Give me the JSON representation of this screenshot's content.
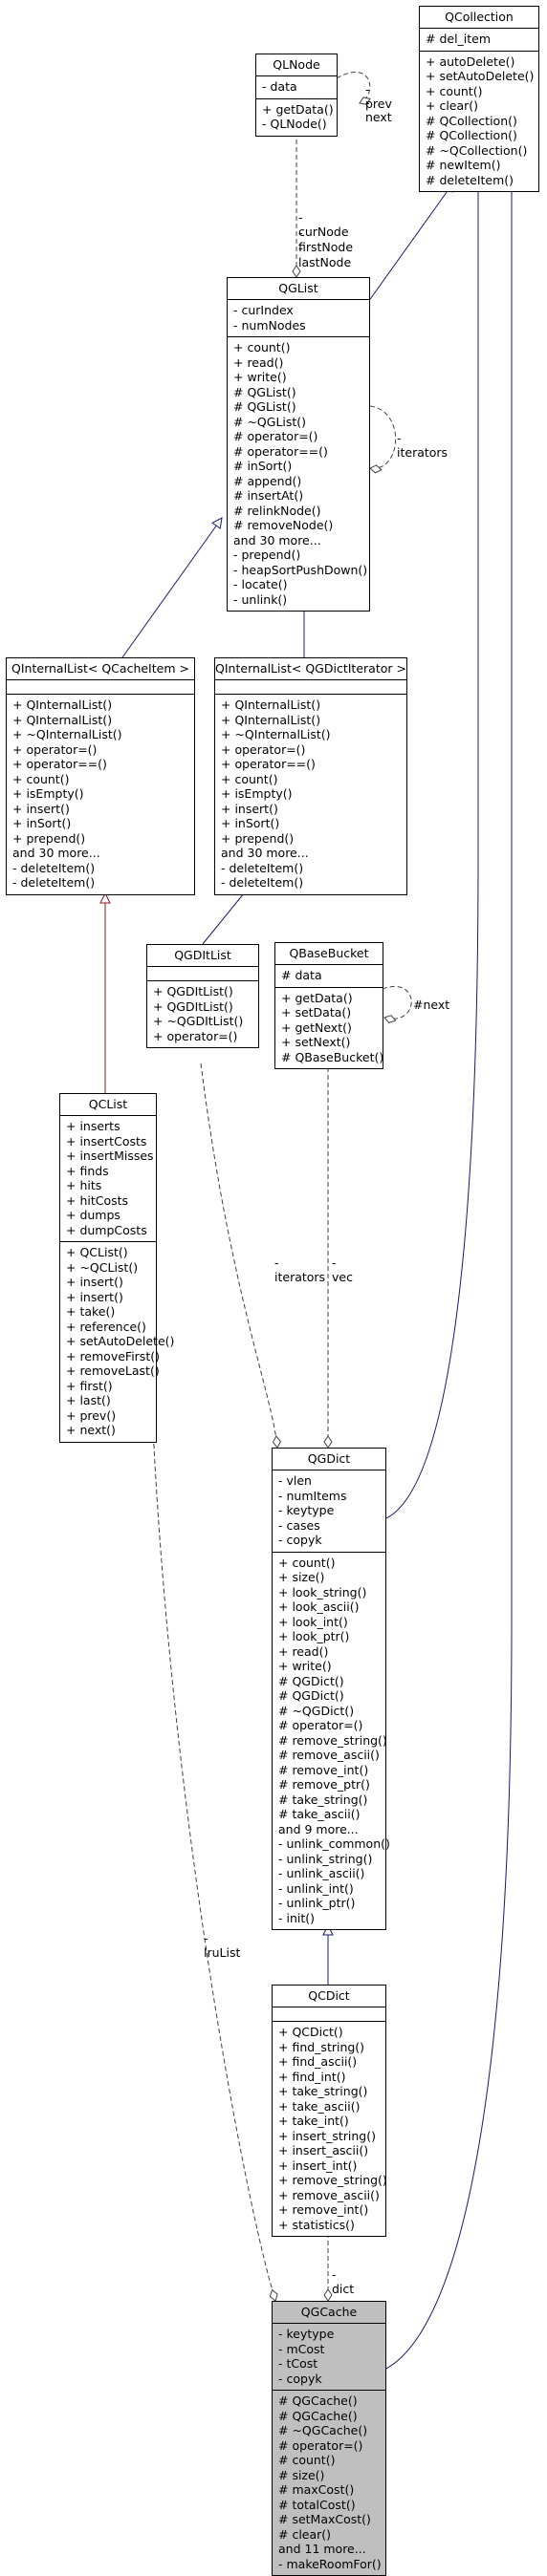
{
  "classes": {
    "qcollection": {
      "name": "QCollection",
      "attributes": [
        "# del_item"
      ],
      "methods": [
        "+ autoDelete()",
        "+ setAutoDelete()",
        "+ count()",
        "+ clear()",
        "# QCollection()",
        "# QCollection()",
        "# ~QCollection()",
        "# newItem()",
        "# deleteItem()"
      ]
    },
    "qlnode": {
      "name": "QLNode",
      "attributes": [
        "- data"
      ],
      "methods": [
        "+ getData()",
        "- QLNode()"
      ]
    },
    "qglist": {
      "name": "QGList",
      "attributes": [
        "- curIndex",
        "- numNodes"
      ],
      "methods": [
        "+ count()",
        "+ read()",
        "+ write()",
        "# QGList()",
        "# QGList()",
        "# ~QGList()",
        "# operator=()",
        "# operator==()",
        "# inSort()",
        "# append()",
        "# insertAt()",
        "# relinkNode()",
        "# removeNode()",
        "and 30 more...",
        "- prepend()",
        "- heapSortPushDown()",
        "- locate()",
        "- unlink()"
      ]
    },
    "qinternallist_cacheitem": {
      "name": "QInternalList< QCacheItem >",
      "attributes": [],
      "methods": [
        "+ QInternalList()",
        "+ QInternalList()",
        "+ ~QInternalList()",
        "+ operator=()",
        "+ operator==()",
        "+ count()",
        "+ isEmpty()",
        "+ insert()",
        "+ inSort()",
        "+ prepend()",
        "and 30 more...",
        "- deleteItem()",
        "- deleteItem()"
      ]
    },
    "qinternallist_qgdictiterator": {
      "name": "QInternalList< QGDictIterator >",
      "attributes": [],
      "methods": [
        "+ QInternalList()",
        "+ QInternalList()",
        "+ ~QInternalList()",
        "+ operator=()",
        "+ operator==()",
        "+ count()",
        "+ isEmpty()",
        "+ insert()",
        "+ inSort()",
        "+ prepend()",
        "and 30 more...",
        "- deleteItem()",
        "- deleteItem()"
      ]
    },
    "qgditlist": {
      "name": "QGDItList",
      "attributes": [],
      "methods": [
        "+ QGDItList()",
        "+ QGDItList()",
        "+ ~QGDItList()",
        "+ operator=()"
      ]
    },
    "qbasebucket": {
      "name": "QBaseBucket",
      "attributes": [
        "# data"
      ],
      "methods": [
        "+ getData()",
        "+ setData()",
        "+ getNext()",
        "+ setNext()",
        "# QBaseBucket()"
      ]
    },
    "qclist": {
      "name": "QCList",
      "attributes": [
        "+ inserts",
        "+ insertCosts",
        "+ insertMisses",
        "+ finds",
        "+ hits",
        "+ hitCosts",
        "+ dumps",
        "+ dumpCosts"
      ],
      "methods": [
        "+ QCList()",
        "+ ~QCList()",
        "+ insert()",
        "+ insert()",
        "+ take()",
        "+ reference()",
        "+ setAutoDelete()",
        "+ removeFirst()",
        "+ removeLast()",
        "+ first()",
        "+ last()",
        "+ prev()",
        "+ next()"
      ]
    },
    "qgdict": {
      "name": "QGDict",
      "attributes": [
        "- vlen",
        "- numItems",
        "- keytype",
        "- cases",
        "- copyk"
      ],
      "methods": [
        "+ count()",
        "+ size()",
        "+ look_string()",
        "+ look_ascii()",
        "+ look_int()",
        "+ look_ptr()",
        "+ read()",
        "+ write()",
        "# QGDict()",
        "# QGDict()",
        "# ~QGDict()",
        "# operator=()",
        "# remove_string()",
        "# remove_ascii()",
        "# remove_int()",
        "# remove_ptr()",
        "# take_string()",
        "# take_ascii()",
        "and 9 more...",
        "- unlink_common()",
        "- unlink_string()",
        "- unlink_ascii()",
        "- unlink_int()",
        "- unlink_ptr()",
        "- init()"
      ]
    },
    "qcdict": {
      "name": "QCDict",
      "attributes": [],
      "methods": [
        "+ QCDict()",
        "+ find_string()",
        "+ find_ascii()",
        "+ find_int()",
        "+ take_string()",
        "+ take_ascii()",
        "+ take_int()",
        "+ insert_string()",
        "+ insert_ascii()",
        "+ insert_int()",
        "+ remove_string()",
        "+ remove_ascii()",
        "+ remove_int()",
        "+ statistics()"
      ]
    },
    "qgcache": {
      "name": "QGCache",
      "attributes": [
        "- keytype",
        "- mCost",
        "- tCost",
        "- copyk"
      ],
      "methods": [
        "# QGCache()",
        "# QGCache()",
        "# ~QGCache()",
        "# operator=()",
        "# count()",
        "# size()",
        "# maxCost()",
        "# totalCost()",
        "# setMaxCost()",
        "# clear()",
        "and 11 more...",
        "- makeRoomFor()"
      ]
    }
  },
  "edge_labels": {
    "prev_next": [
      "-prev",
      "-next"
    ],
    "qlnode_nodes": [
      "-curNode",
      "-firstNode",
      "-lastNode"
    ],
    "iterators_glist": "-iterators",
    "bucket_next": "#next",
    "iterators_dict": "-iterators",
    "vec": "-vec",
    "lrulist": "-lruList",
    "dict": "-dict"
  },
  "colors": {
    "inheritance": "#191970",
    "template": "#8b1a1a",
    "usage": "#404040",
    "highlight_fill": "#bfbfbf"
  }
}
